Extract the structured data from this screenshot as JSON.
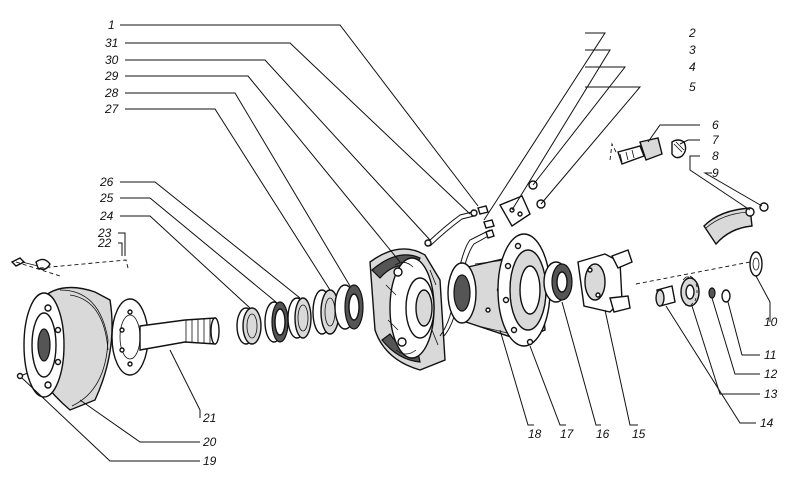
{
  "figure": {
    "labels": {
      "n1": "1",
      "n2": "2",
      "n3": "3",
      "n4": "4",
      "n5": "5",
      "n6": "6",
      "n7": "7",
      "n8": "8",
      "n9": "9",
      "n10": "10",
      "n11": "11",
      "n12": "12",
      "n13": "13",
      "n14": "14",
      "n15": "15",
      "n16": "16",
      "n17": "17",
      "n18": "18",
      "n19": "19",
      "n20": "20",
      "n21": "21",
      "n22": "22",
      "n23": "23",
      "n24": "24",
      "n25": "25",
      "n26": "26",
      "n27": "27",
      "n28": "28",
      "n29": "29",
      "n30": "30",
      "n31": "31"
    }
  }
}
